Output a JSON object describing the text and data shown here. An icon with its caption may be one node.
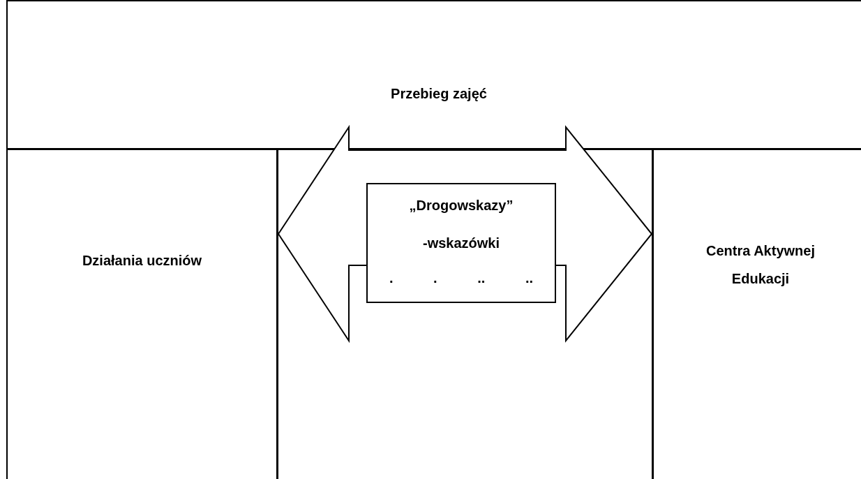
{
  "diagram": {
    "nodes": [
      {
        "text": [
          "Przebieg zajęć"
        ]
      },
      {
        "text": [
          "Działania uczniów"
        ]
      },
      {
        "text": [],
        "shape": "box"
      },
      {
        "text": [
          "Centra Aktywnej Edukacji"
        ]
      },
      {
        "text": [
          "„Drogowskazy”",
          "-wskazówki",
          ". . .. .."
        ],
        "in": 2
      }
    ],
    "edges": [
      {
        "from": 1,
        "to": 3,
        "arrow": "both",
        "style": "thick"
      }
    ]
  }
}
